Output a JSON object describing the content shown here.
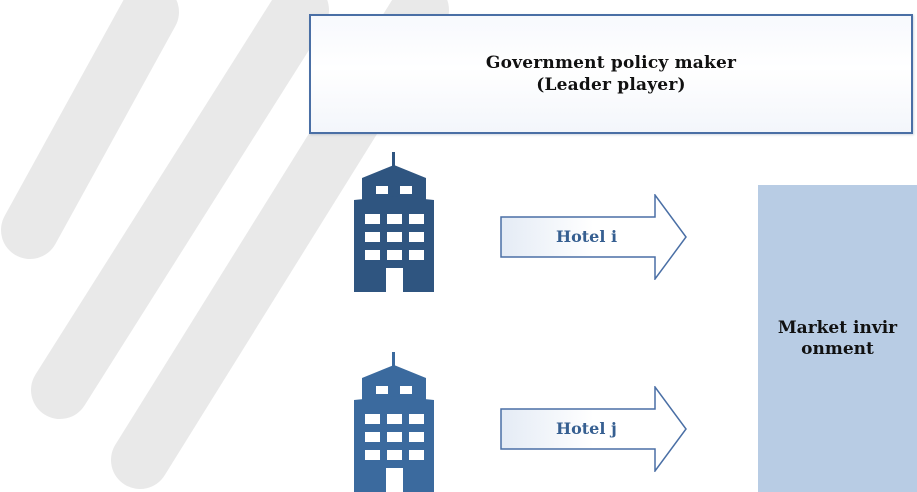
{
  "diagram": {
    "leader": {
      "title_line1": "Government policy maker",
      "title_line2": "(Leader player)"
    },
    "hotels": [
      {
        "label": "Hotel i",
        "icon": "building-icon"
      },
      {
        "label": "Hotel j",
        "icon": "building-icon"
      }
    ],
    "market": {
      "label": "Market invironment"
    },
    "colors": {
      "building_dark": "#2f5580",
      "building_light": "#3b6a9e",
      "window": "#ffffff",
      "arrow_stroke": "#4a6fa5",
      "arrow_label": "#365f91",
      "market_fill": "#b8cce4",
      "leader_border": "#4a6fa5",
      "watermark": "#e8e8e8"
    }
  }
}
